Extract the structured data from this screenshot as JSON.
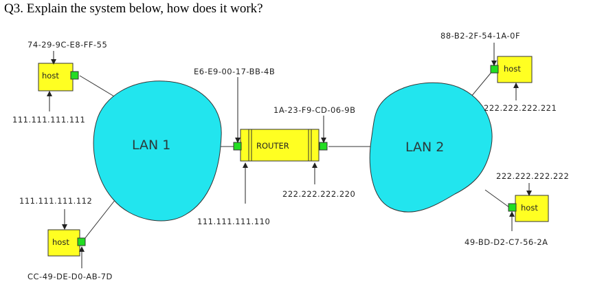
{
  "question": "Q3. Explain the system below, how does it work?",
  "lans": [
    {
      "label": "LAN 1"
    },
    {
      "label": "LAN 2"
    }
  ],
  "router": {
    "label": "ROUTER",
    "mac_left": "E6-E9-00-17-BB-4B",
    "mac_right": "1A-23-F9-CD-06-9B",
    "ip_left": "111.111.111.110",
    "ip_right": "222.222.222.220"
  },
  "hosts": [
    {
      "label": "host",
      "mac": "74-29-9C-E8-FF-55",
      "ip": "111.111.111.111"
    },
    {
      "label": "host",
      "mac": "CC-49-DE-D0-AB-7D",
      "ip": "111.111.111.112"
    },
    {
      "label": "host",
      "mac": "88-B2-2F-54-1A-0F",
      "ip": "222.222.222.221"
    },
    {
      "label": "host",
      "mac": "49-BD-D2-C7-56-2A",
      "ip": "222.222.222.222"
    }
  ],
  "colors": {
    "lan_fill": "#22e5ee",
    "host_fill": "#ffff22",
    "port_fill": "#22dd22",
    "outline": "#222222"
  }
}
